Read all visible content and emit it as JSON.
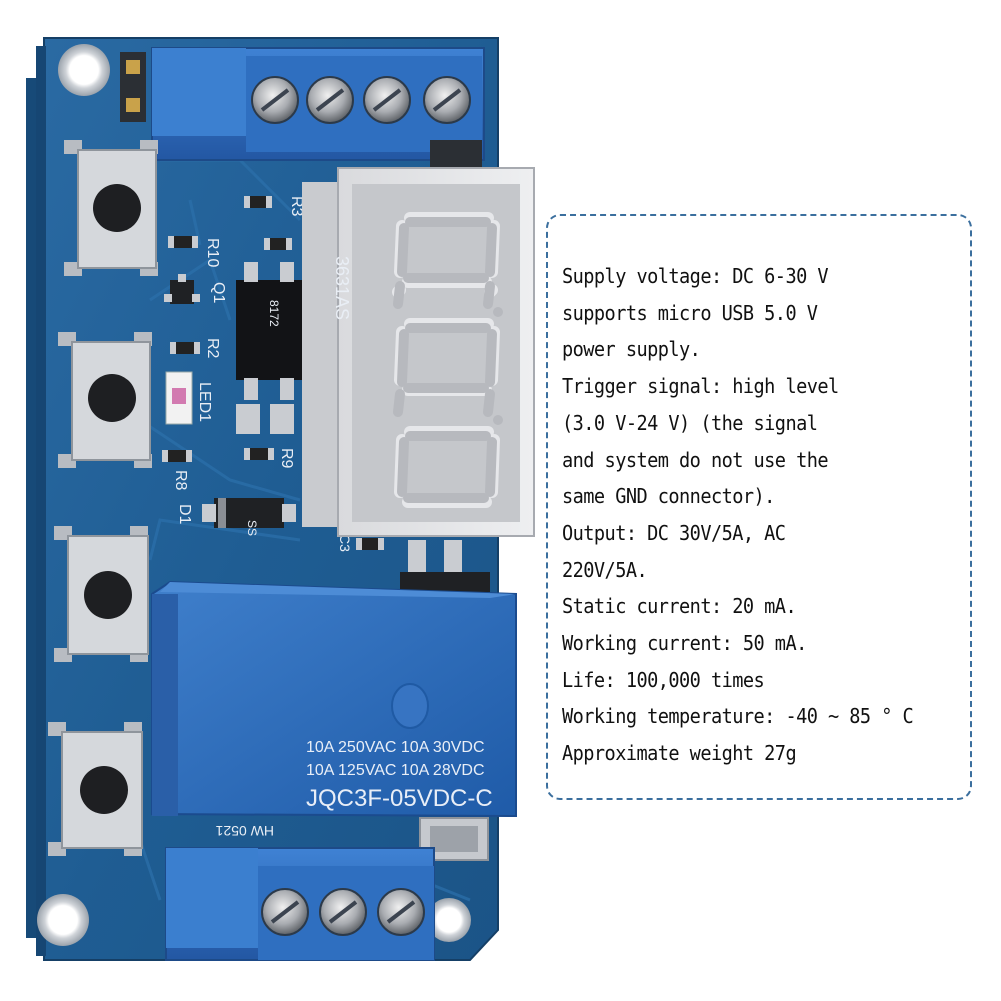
{
  "relay": {
    "rating_line_1": "10A 250VAC 10A 30VDC",
    "rating_line_2": "10A 125VAC 10A 28VDC",
    "model": "JQC3F-05VDC-C"
  },
  "silkscreen": {
    "r10": "R10",
    "r3": "R3",
    "q1": "Q1",
    "r2": "R2",
    "led1": "LED1",
    "r8": "R8",
    "d1": "D1",
    "r9": "R9",
    "c3": "C3",
    "ss": "SS",
    "ic_mark": "8172",
    "display_mark": "3631AS",
    "board_code": "HW 0521"
  },
  "specs": {
    "lines": [
      "Supply voltage: DC 6-30 V",
      "supports micro USB 5.0 V",
      "power supply.",
      "Trigger signal: high level",
      "(3.0 V-24 V) (the signal",
      "and system do not use the",
      "same GND connector).",
      "Output: DC 30V/5A, AC",
      "220V/5A.",
      "Static current: 20 mA.",
      "Working current: 50 mA.",
      "Life: 100,000 times",
      "Working temperature: -40 ~ 85 ° C",
      "Approximate weight 27g"
    ]
  },
  "colors": {
    "pcb": "#1f5d93",
    "terminal": "#2f6fc0",
    "relay": "#2a69b6",
    "display_segment": "#b9bcc2",
    "spec_border": "#3b6f9e"
  }
}
